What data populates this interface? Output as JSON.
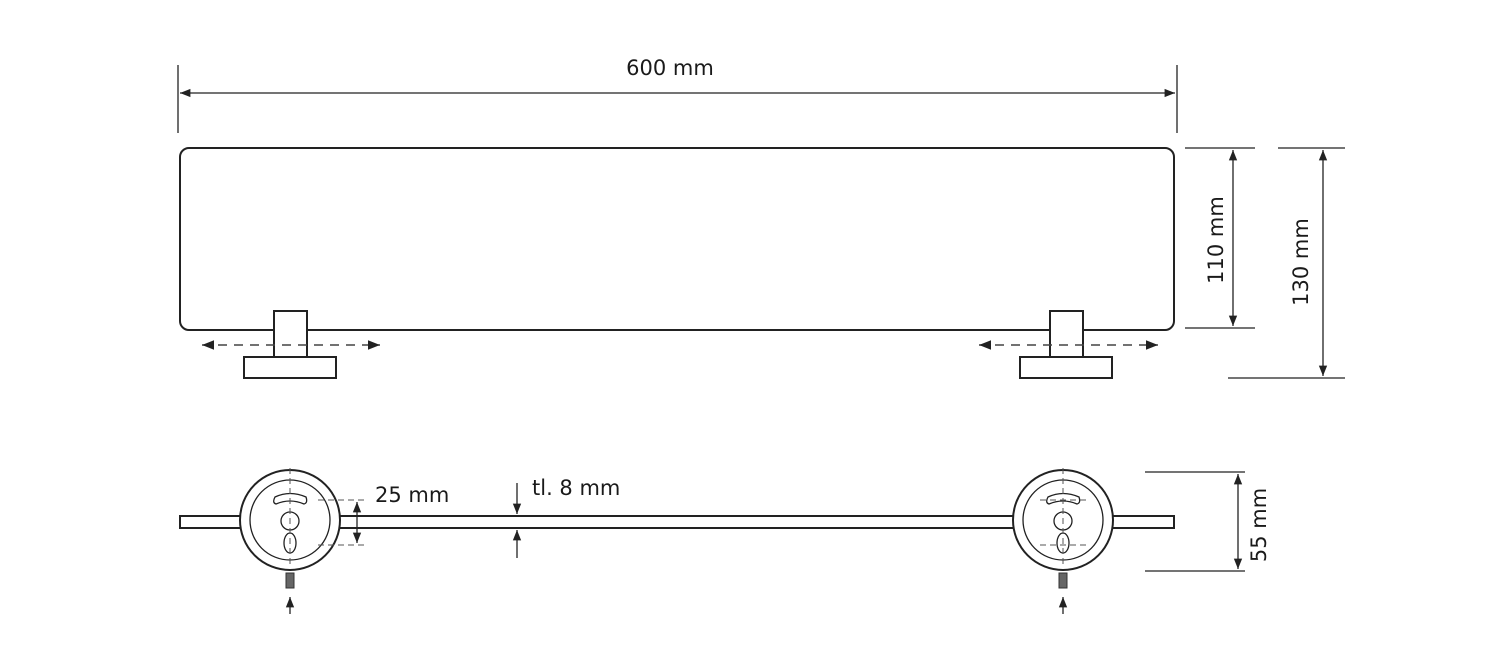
{
  "dimensions": {
    "length": "600 mm",
    "depth_shelf": "110 mm",
    "depth_total": "130 mm",
    "hole_spacing": "25 mm",
    "glass_thickness": "tl. 8 mm",
    "bracket_diameter": "55 mm"
  }
}
